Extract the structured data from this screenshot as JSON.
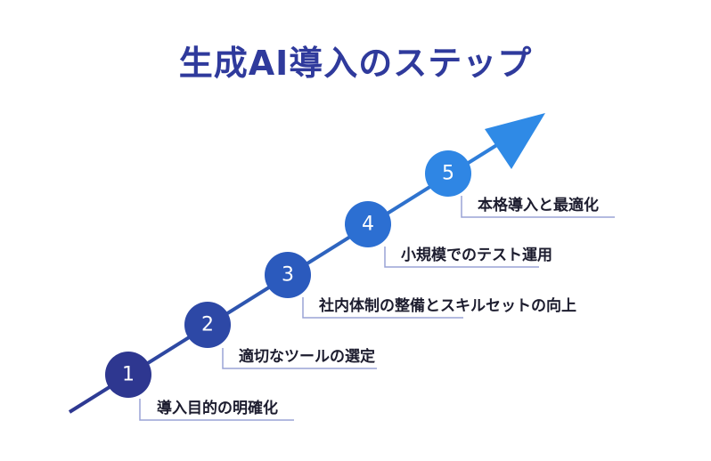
{
  "title": "生成AI導入のステップ",
  "steps": [
    {
      "number": "1",
      "label": "導入目的の明確化"
    },
    {
      "number": "2",
      "label": "適切なツールの選定"
    },
    {
      "number": "3",
      "label": "社内体制の整備とスキルセットの向上"
    },
    {
      "number": "4",
      "label": "小規模でのテスト運用"
    },
    {
      "number": "5",
      "label": "本格導入と最適化"
    }
  ],
  "colors": {
    "title": "#2f3a9c",
    "step_dark": "#2e3790",
    "step_light": "#2f8ae6",
    "connector": "#9aa3d6"
  }
}
